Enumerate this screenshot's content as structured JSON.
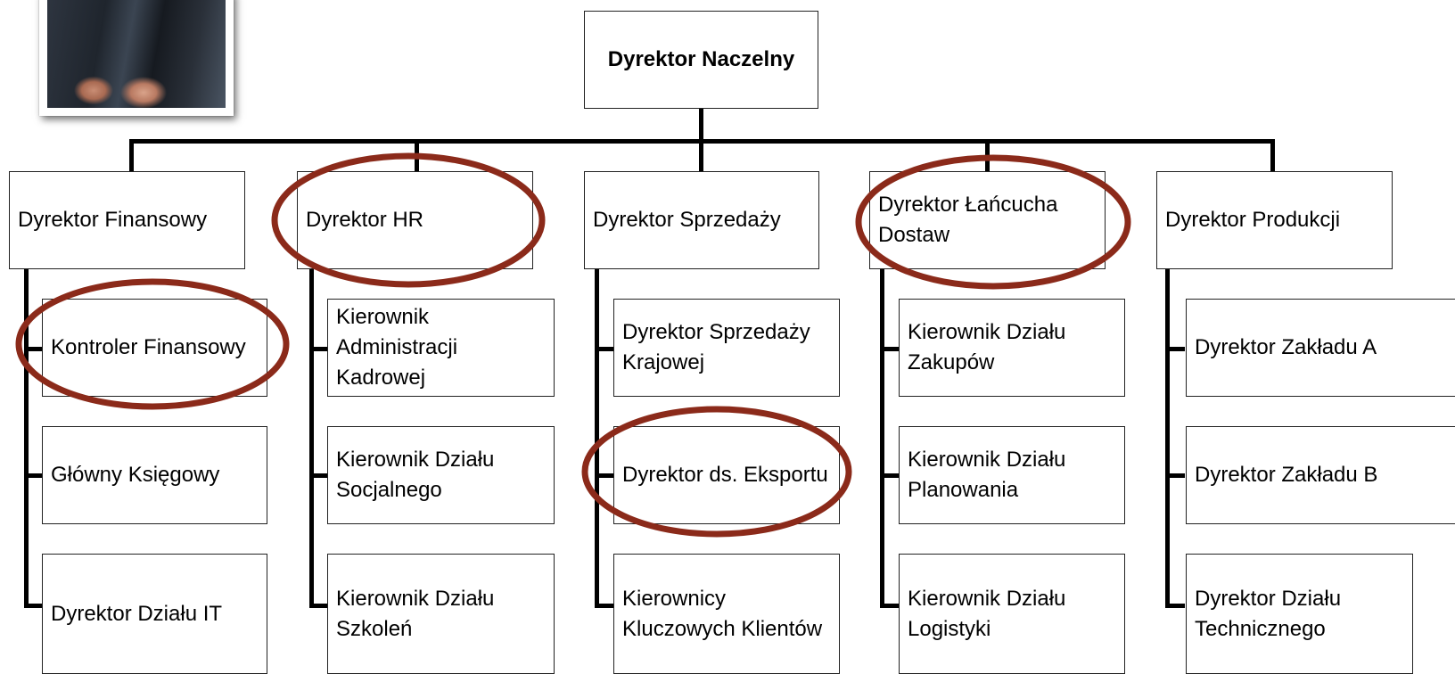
{
  "photo_icon": "person-photo",
  "root": {
    "label": "Dyrektor Naczelny"
  },
  "departments": [
    {
      "label": "Dyrektor Finansowy",
      "children": [
        {
          "label": "Kontroler Finansowy"
        },
        {
          "label": "Główny Księgowy"
        },
        {
          "label": "Dyrektor Działu IT"
        }
      ]
    },
    {
      "label": "Dyrektor HR",
      "children": [
        {
          "label": "Kierownik Administracji Kadrowej"
        },
        {
          "label": "Kierownik Działu Socjalnego"
        },
        {
          "label": "Kierownik Działu Szkoleń"
        }
      ]
    },
    {
      "label": "Dyrektor Sprzedaży",
      "children": [
        {
          "label": "Dyrektor Sprzedaży Krajowej"
        },
        {
          "label": "Dyrektor ds. Eksportu"
        },
        {
          "label": "Kierownicy Kluczowych Klientów"
        }
      ]
    },
    {
      "label": "Dyrektor Łańcucha Dostaw",
      "children": [
        {
          "label": "Kierownik Działu Zakupów"
        },
        {
          "label": "Kierownik Działu Planowania"
        },
        {
          "label": "Kierownik Działu Logistyki"
        }
      ]
    },
    {
      "label": "Dyrektor Produkcji",
      "children": [
        {
          "label": "Dyrektor Zakładu A"
        },
        {
          "label": "Dyrektor Zakładu B"
        },
        {
          "label": "Dyrektor Działu Technicznego"
        }
      ]
    }
  ],
  "highlight_color": "#8b2a1a",
  "connector_color": "#000000"
}
